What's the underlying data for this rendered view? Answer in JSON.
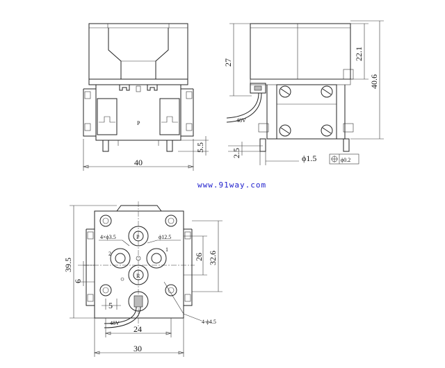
{
  "watermark": "www.91way.com",
  "front_view": {
    "width_dim": "40",
    "pin_dim": "5.5",
    "port_label": "P"
  },
  "side_view": {
    "upper_dim": "27",
    "cap_dim": "22.1",
    "total_dim": "40.6",
    "pin_dim": "2.5",
    "pin_dia": "ϕ1.5",
    "tolerance": "ϕ0.2",
    "wire_label": "48V"
  },
  "top_view": {
    "port_hole_dim": "4×ϕ3.5",
    "center_port_dim": "ϕ12.5",
    "port_labels": [
      "P",
      "1",
      "2",
      "R"
    ],
    "height_dim": "39.5",
    "inner_h_dim": "26",
    "outer_h_dim": "32.6",
    "offset_dim": "6",
    "small_dim": "5",
    "width_inner_dim": "24",
    "width_outer_dim": "30",
    "mount_hole_dim": "4-ϕ4.5",
    "wire_label": "48V"
  }
}
